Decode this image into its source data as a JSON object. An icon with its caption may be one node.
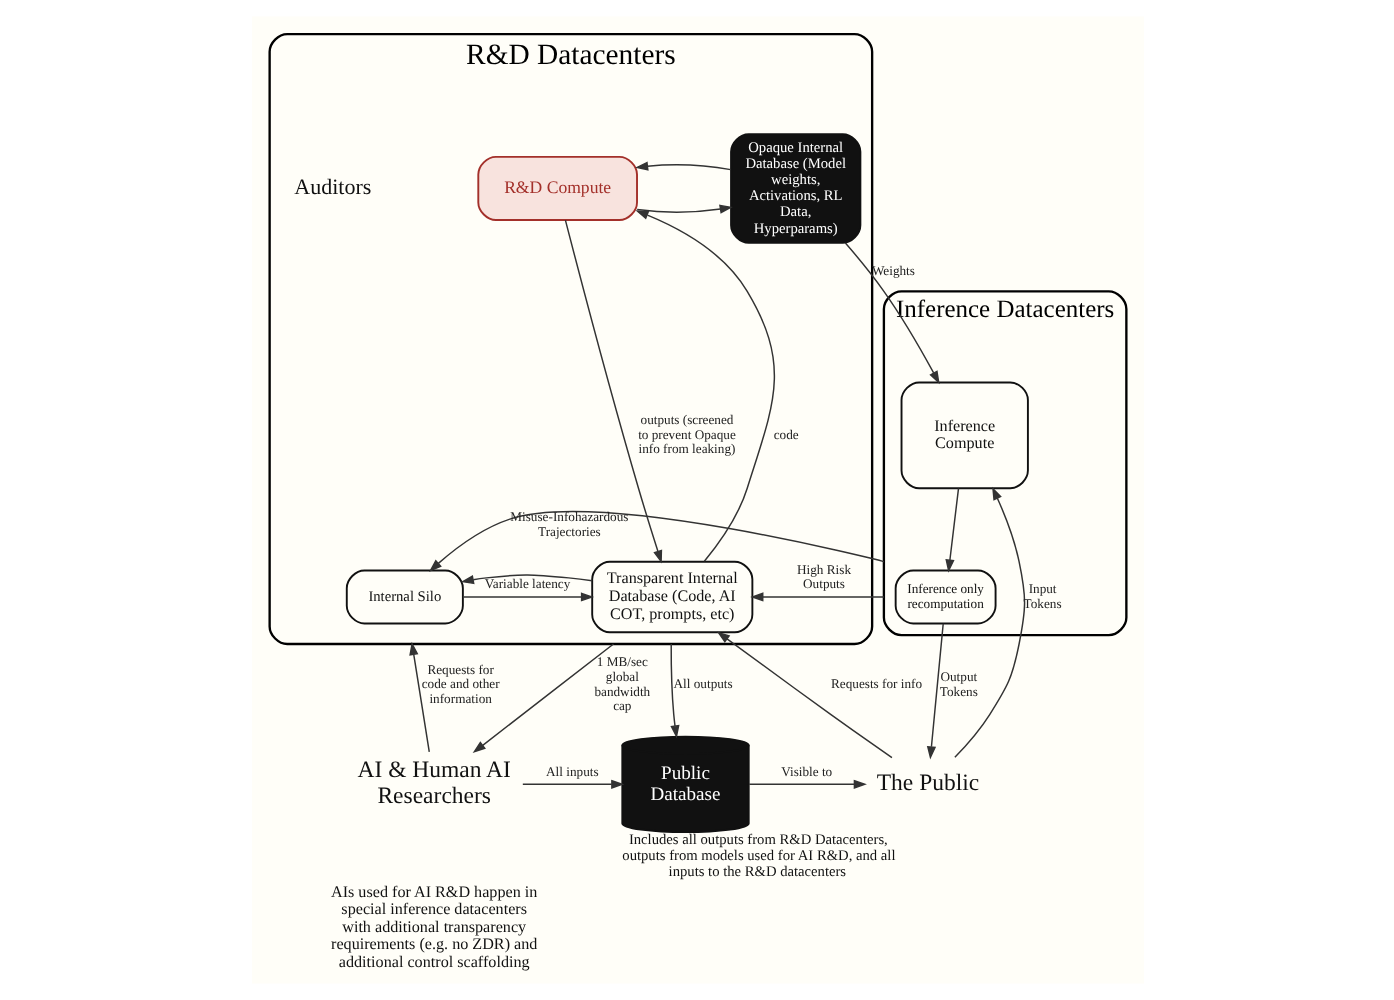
{
  "diagram": {
    "nodes": [
      {
        "text": [
          "R&D Datacenters"
        ]
      },
      {
        "text": [
          "Auditors"
        ],
        "in": 0
      },
      {
        "text": [
          "R&D Compute"
        ],
        "in": 0
      },
      {
        "text": [
          "Opaque Internal Database (Model weights, Activations, RL Data, Hyperparams)"
        ],
        "in": 0
      },
      {
        "text": [
          "Internal Silo"
        ],
        "in": 0
      },
      {
        "text": [
          "Transparent Internal Database (Code, AI COT, prompts, etc)"
        ],
        "in": 0
      },
      {
        "text": [
          "Inference Datacenters"
        ]
      },
      {
        "text": [
          "Inference Compute"
        ],
        "in": 6
      },
      {
        "text": [
          "Inference only recomputation"
        ],
        "in": 6
      },
      {
        "text": [
          "Public Database"
        ],
        "beside": [
          "Includes all outputs from R&D Datacenters, outputs from models used for AI R&D, and all inputs to the R&D datacenters"
        ]
      },
      {
        "text": [
          "The Public"
        ]
      },
      {
        "text": [
          "AI & Human AI Researchers"
        ]
      }
    ],
    "edges": [
      {
        "from": 2,
        "to": 3,
        "arrow": "to"
      },
      {
        "from": 3,
        "to": 2,
        "arrow": "to"
      },
      {
        "from": 5,
        "to": 2,
        "arrow": "to",
        "label": "code"
      },
      {
        "from": 2,
        "to": 5,
        "arrow": "to",
        "label": "outputs (screened to prevent Opaque info from leaking)"
      },
      {
        "from": 5,
        "to": 4,
        "arrow": "to"
      },
      {
        "from": 4,
        "to": 5,
        "arrow": "to",
        "label": "Variable latency"
      },
      {
        "from": 3,
        "to": 7,
        "arrow": "to",
        "label": "Weights"
      },
      {
        "from": 6,
        "to": 5,
        "arrow": "to",
        "label": "High Risk Outputs"
      },
      {
        "from": 6,
        "to": 4,
        "arrow": "to",
        "label": "Misuse-Infohazardous Trajectories"
      },
      {
        "from": 10,
        "to": 5,
        "arrow": "to",
        "label": "Requests for info"
      },
      {
        "from": 7,
        "to": 8,
        "arrow": "to"
      },
      {
        "from": 8,
        "to": 10,
        "arrow": "to",
        "label": "Output Tokens"
      },
      {
        "from": 10,
        "to": 7,
        "arrow": "to",
        "label": "Input Tokens"
      },
      {
        "from": 11,
        "to": 0,
        "arrow": "to",
        "label": "Requests for code and other information"
      },
      {
        "from": 0,
        "to": 11,
        "arrow": "to",
        "label": "1 MB/sec global bandwidth cap"
      },
      {
        "from": 0,
        "to": 9,
        "arrow": "to",
        "label": "All outputs"
      },
      {
        "from": 11,
        "to": 9,
        "arrow": "to",
        "label": "All inputs"
      },
      {
        "from": 9,
        "to": 10,
        "arrow": "to",
        "label": "Visible to"
      }
    ],
    "labels": [
      "AIs used for AI R&D happen in special inference datacenters with additional transparency requirements (e.g. no ZDR) and additional control scaffolding"
    ]
  }
}
